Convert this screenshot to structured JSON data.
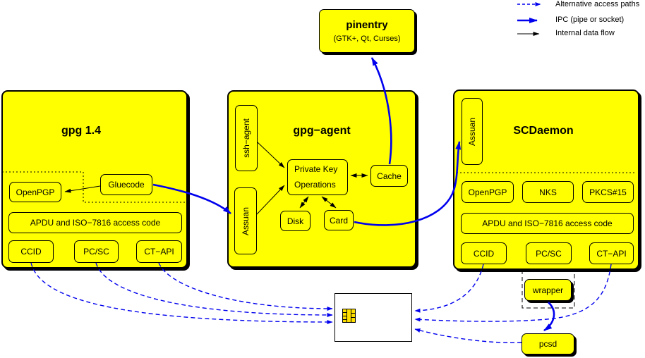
{
  "legend": {
    "items": [
      {
        "label": "Alternative access paths",
        "style": "dashed-blue"
      },
      {
        "label": "IPC (pipe or socket)",
        "style": "solid-blue-thick"
      },
      {
        "label": "Internal data flow",
        "style": "solid-black"
      }
    ]
  },
  "pinentry": {
    "title": "pinentry",
    "subtitle": "(GTK+, Qt, Curses)"
  },
  "gpg14": {
    "title": "gpg 1.4",
    "openpgp": "OpenPGP",
    "gluecode": "Gluecode",
    "apdu": "APDU and ISO−7816 access code",
    "ccid": "CCID",
    "pcsc": "PC/SC",
    "ctapi": "CT−API"
  },
  "gpg_agent": {
    "title": "gpg−agent",
    "ssh_agent": "ssh−agent",
    "assuan": "Assuan",
    "pko_line1": "Private Key",
    "pko_line2": "Operations",
    "cache": "Cache",
    "disk": "Disk",
    "card": "Card"
  },
  "scdaemon": {
    "title": "SCDaemon",
    "assuan": "Assuan",
    "openpgp": "OpenPGP",
    "nks": "NKS",
    "pkcs15": "PKCS#15",
    "apdu": "APDU and ISO−7816 access code",
    "ccid": "CCID",
    "pcsc": "PC/SC",
    "ctapi": "CT−API",
    "wrapper": "wrapper",
    "pcsd": "pcsd"
  },
  "smartcard": {
    "icon": "chip-icon"
  },
  "colors": {
    "box_yellow": "#ffff00",
    "chip_gold": "#ffdf00",
    "ipc_blue": "#0000ee",
    "line_black": "#000000"
  }
}
